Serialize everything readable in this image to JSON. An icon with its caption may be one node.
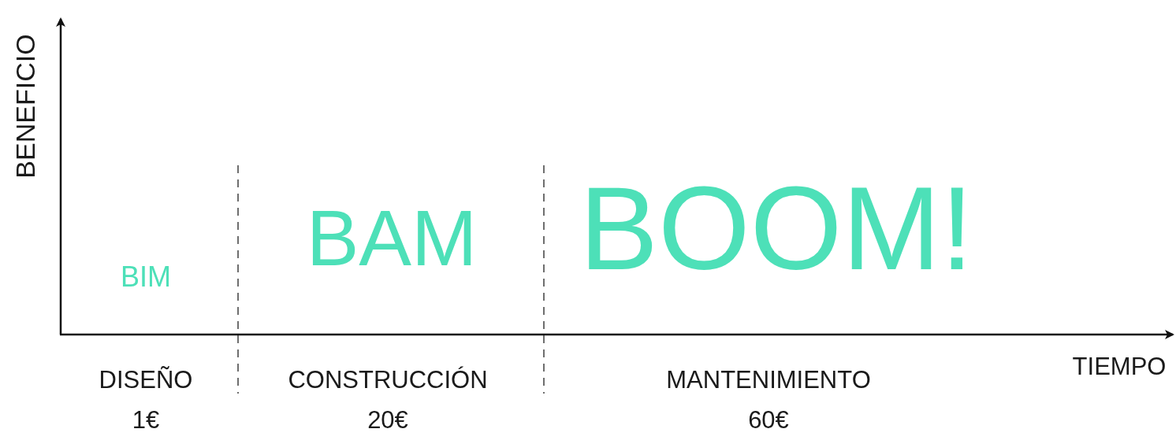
{
  "diagram": {
    "labels": [
      "BENEFICIO",
      "BIM",
      "BAM",
      "BOOM!",
      "DISEÑO",
      "CONSTRUCCIÓN",
      "MANTENIMIENTO",
      "TIEMPO",
      "1€",
      "20€",
      "60€"
    ]
  }
}
